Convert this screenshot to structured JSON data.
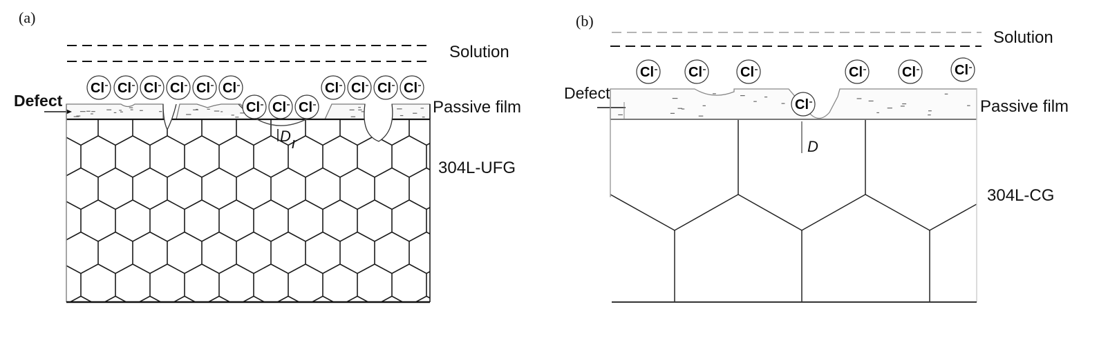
{
  "figure": {
    "panels": [
      {
        "id": "a",
        "tag": "(a)",
        "labels": {
          "solution": "Solution",
          "passive_film": "Passive film",
          "substrate": "304L-UFG",
          "defect": "Defect",
          "depth": "D",
          "depth_sub": "r"
        },
        "ion_label": "Cl",
        "ion_count": 13,
        "grain_type": "ultrafine hexagonal grains"
      },
      {
        "id": "b",
        "tag": "(b)",
        "labels": {
          "solution": "Solution",
          "passive_film": "Passive film",
          "substrate": "304L-CG",
          "defect": "Defect",
          "depth": "D"
        },
        "ion_label": "Cl",
        "ion_count": 7,
        "grain_type": "coarse hexagonal grains"
      }
    ],
    "colors": {
      "line": "#111111",
      "grey_line": "#888888",
      "light_dash": "#aaaaaa",
      "background": "#ffffff"
    }
  }
}
